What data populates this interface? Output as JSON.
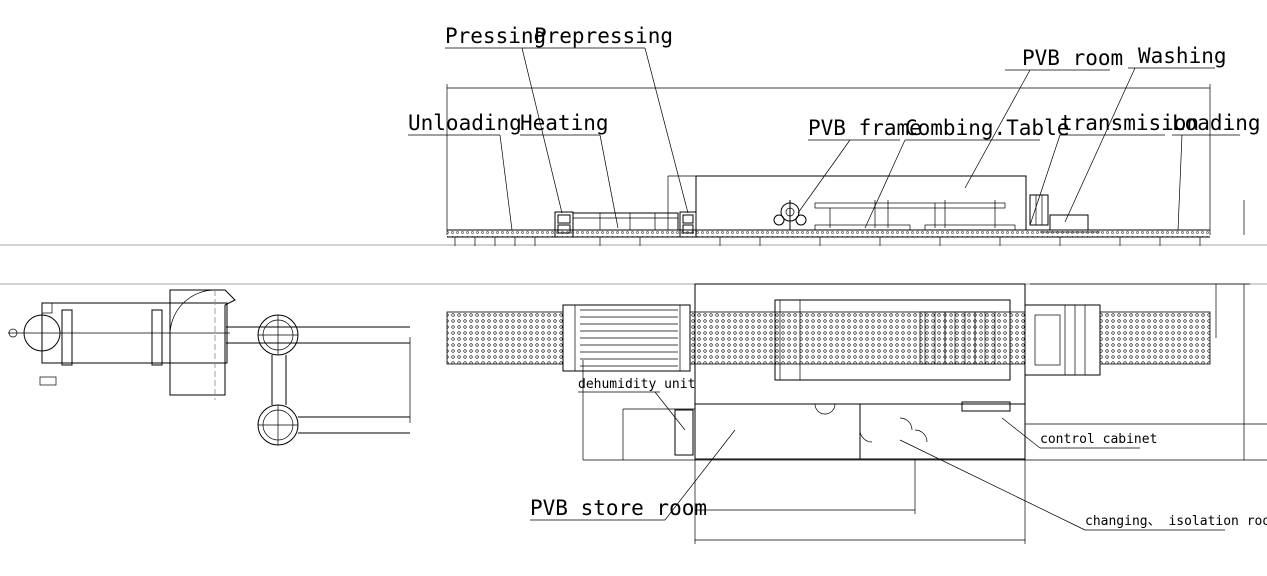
{
  "labels": {
    "pressing": "Pressing",
    "prepressing": "Prepressing",
    "pvb_room": "PVB room",
    "washing": "Washing",
    "unloading": "Unloading",
    "heating": "Heating",
    "pvb_frame": "PVB frame",
    "combing_table": "Combing.Table",
    "transmision": "transmision",
    "loading": "Loading",
    "dehumidity_unit": "dehumidity unit",
    "control_cabinet": "control cabinet",
    "pvb_store_room": "PVB store room",
    "changing_isolation_room": "changing、 isolation  room"
  }
}
